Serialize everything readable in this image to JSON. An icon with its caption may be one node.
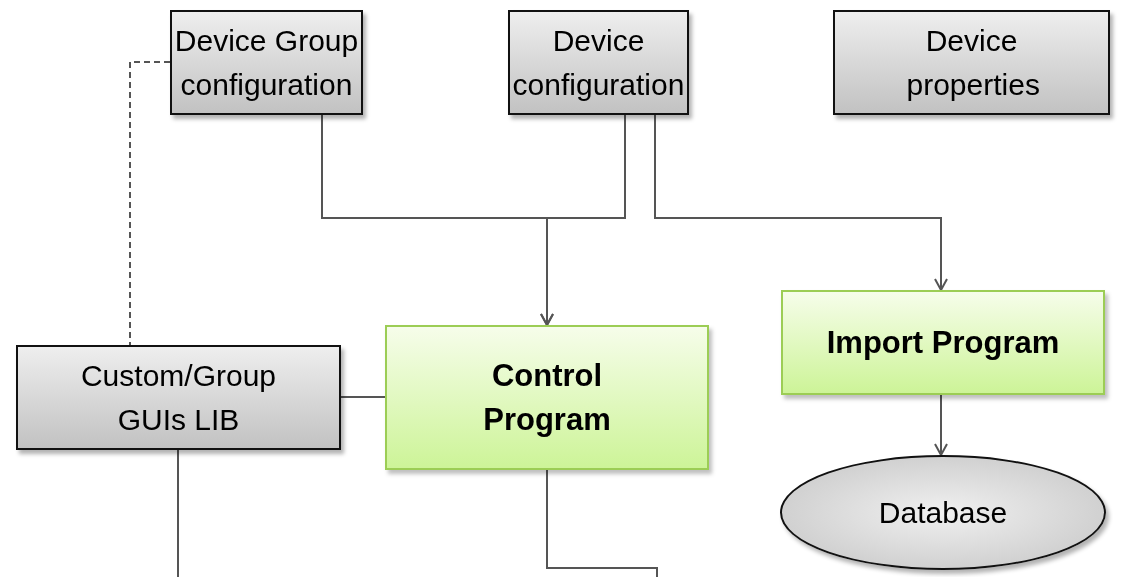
{
  "diagram": {
    "nodes": [
      {
        "text": [
          "Device Group configuration"
        ]
      },
      {
        "text": [
          "Device configuration"
        ]
      },
      {
        "text": [
          "Device properties"
        ]
      },
      {
        "text": [
          "Custom/Group GUIs LIB"
        ]
      },
      {
        "text": [
          "Control Program"
        ]
      },
      {
        "text": [
          "Import Program"
        ]
      },
      {
        "text": [
          "Database"
        ]
      }
    ],
    "edges": [
      {
        "from": 0,
        "to": 4,
        "arrow": "to"
      },
      {
        "from": 1,
        "to": 4,
        "arrow": "to"
      },
      {
        "from": 1,
        "to": 5,
        "arrow": "to"
      },
      {
        "from": 0,
        "to": 3,
        "arrow": "none",
        "style": "dashed"
      },
      {
        "from": 3,
        "to": 4,
        "arrow": "none"
      },
      {
        "from": 5,
        "to": 6,
        "arrow": "to"
      },
      {
        "from": 3,
        "to": null,
        "arrow": "none"
      },
      {
        "from": 4,
        "to": null,
        "arrow": "none"
      }
    ]
  }
}
